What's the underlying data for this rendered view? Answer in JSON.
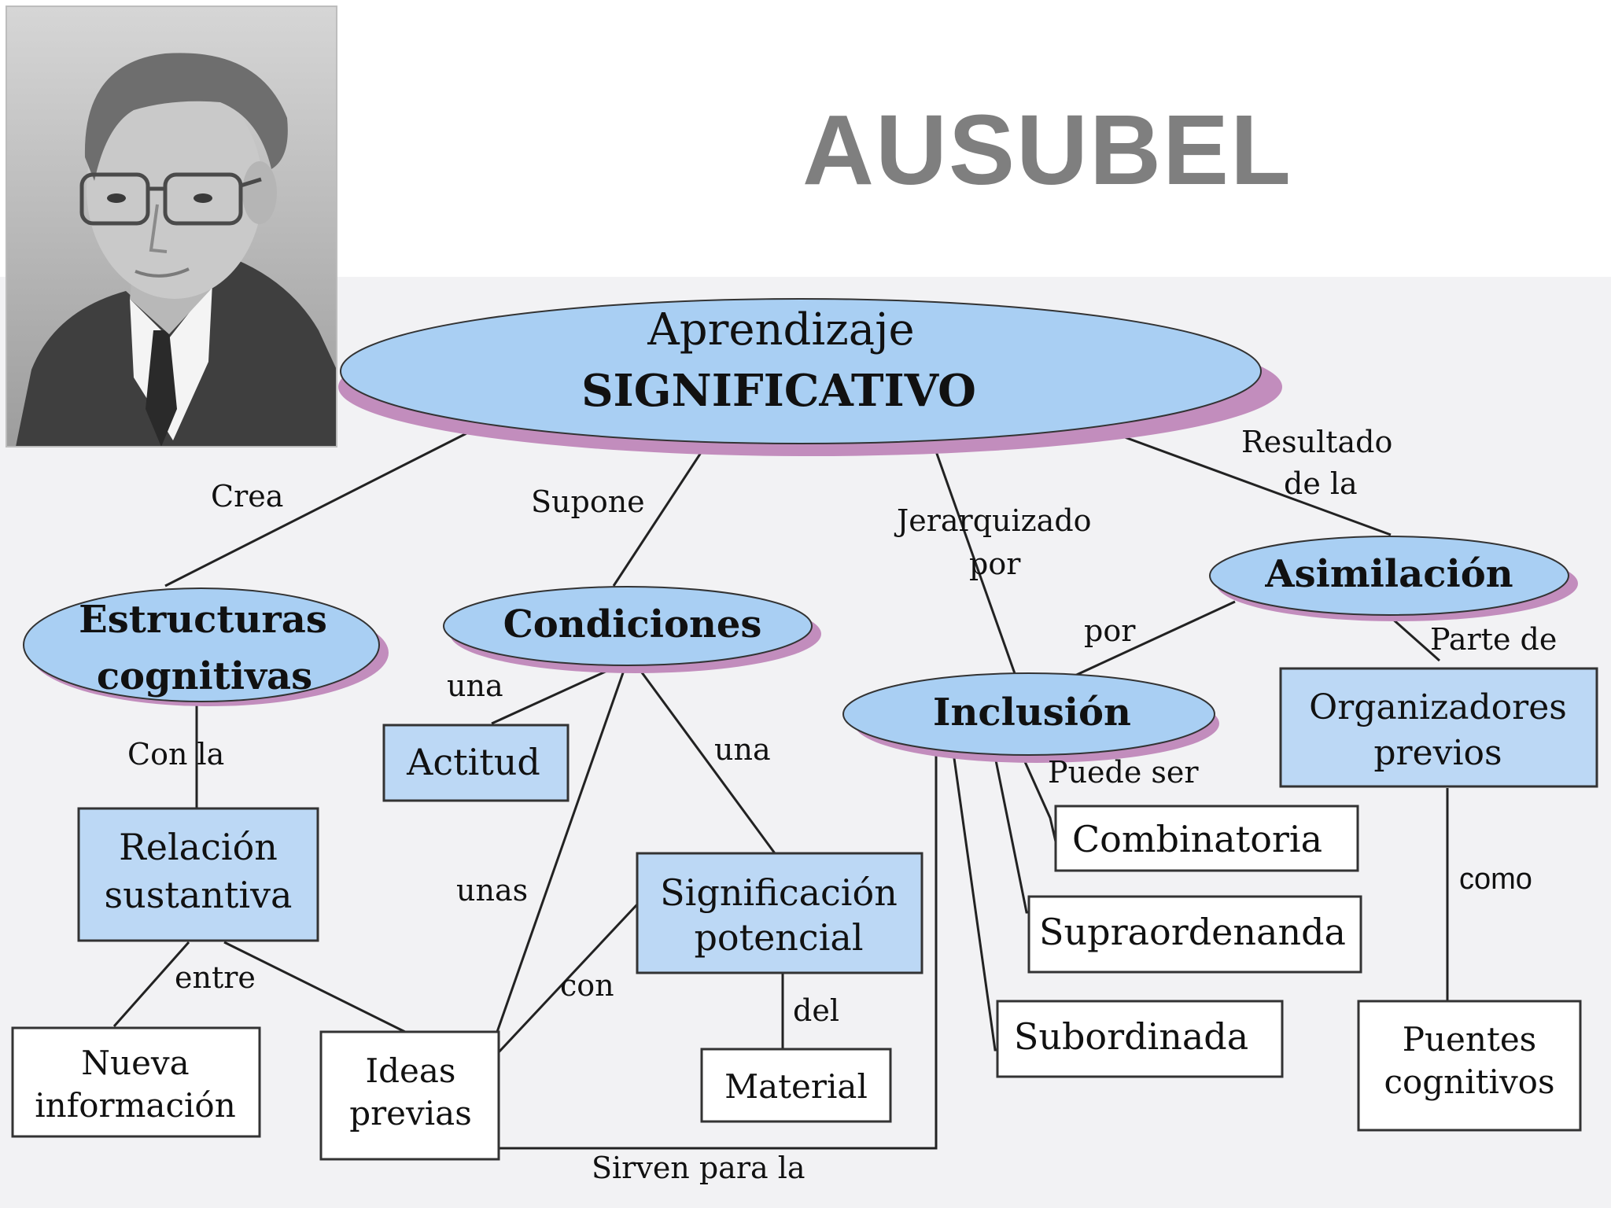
{
  "title": "AUSUBEL",
  "colors": {
    "node_fill": "#a9cff3",
    "box_fill": "#bcd8f5",
    "shadow": "#c28dbd",
    "line": "#222222",
    "title": "#7f7f7f",
    "map_background": "#f2f2f4"
  },
  "photo": {
    "icon": "person-portrait-icon"
  },
  "nodes": {
    "main_line1": "Aprendizaje",
    "main_line2": "SIGNIFICATIVO",
    "estructuras_line1": "Estructuras",
    "estructuras_line2": "cognitivas",
    "condiciones": "Condiciones",
    "asimilacion": "Asimilación",
    "inclusion": "Inclusión",
    "actitud": "Actitud",
    "relacion_line1": "Relación",
    "relacion_line2": "sustantiva",
    "significacion_line1": "Significación",
    "significacion_line2": "potencial",
    "organizadores_line1": "Organizadores",
    "organizadores_line2": "previos",
    "combinatoria": "Combinatoria",
    "supraordenanda": "Supraordenanda",
    "subordinada": "Subordinada",
    "nueva_line1": "Nueva",
    "nueva_line2": "información",
    "ideas_line1": "Ideas",
    "ideas_line2": "previas",
    "material": "Material",
    "puentes_line1": "Puentes",
    "puentes_line2": "cognitivos"
  },
  "links": {
    "crea": "Crea",
    "supone": "Supone",
    "jerarquizado_line1": "Jerarquizado",
    "jerarquizado_line2": "por",
    "resultado_line1": "Resultado",
    "resultado_line2": "de la",
    "por": "por",
    "parte_de": "Parte de",
    "con_la": "Con la",
    "una_actitud": "una",
    "una_significacion": "una",
    "unas": "unas",
    "con": "con",
    "del": "del",
    "entre": "entre",
    "puede_ser": "Puede ser",
    "como": "como",
    "sirven_para_la": "Sirven para la"
  }
}
